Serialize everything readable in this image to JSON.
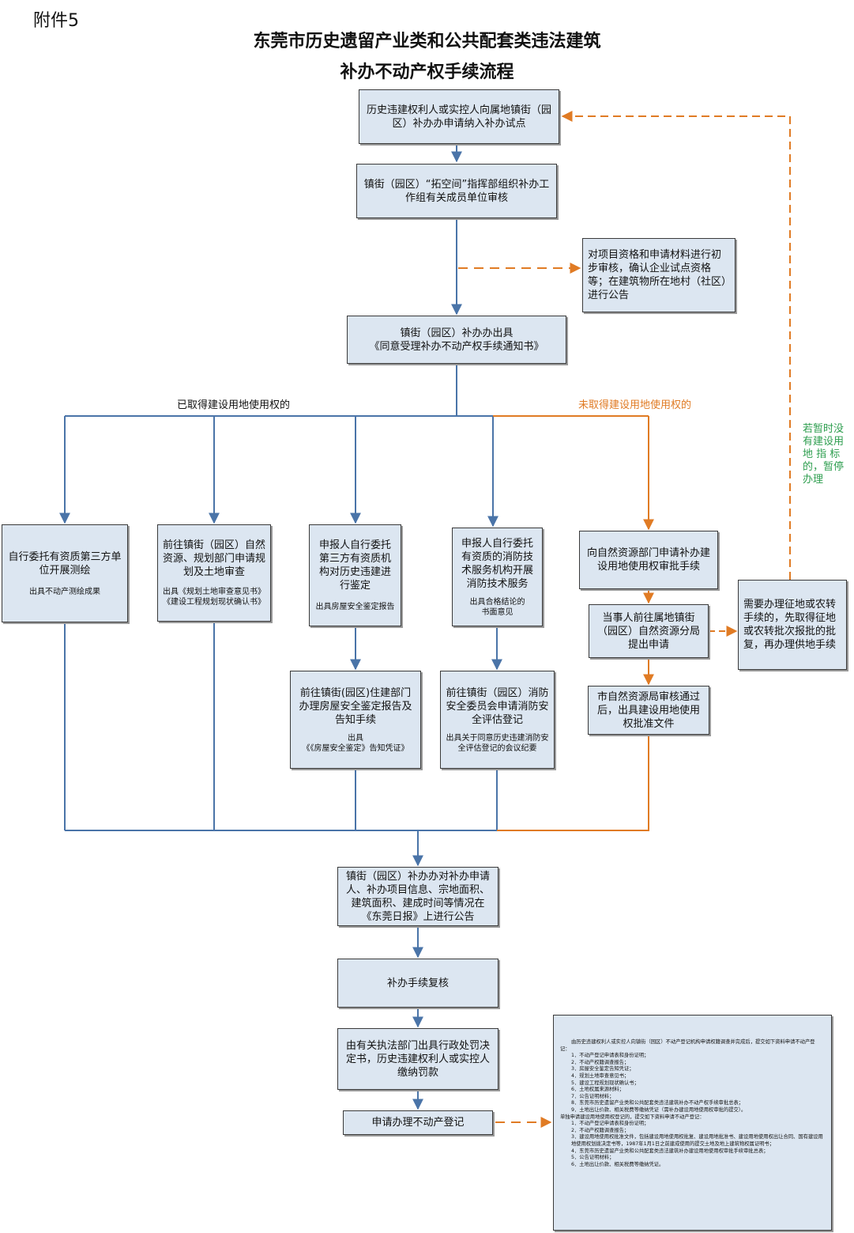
{
  "annex": "附件5",
  "title_line1": "东莞市历史遗留产业类和公共配套类违法建筑",
  "title_line2": "补办不动产权手续流程",
  "boxes": {
    "apply": "历史违建权利人或实控人向属地镇街（园区）补办办申请纳入补办试点",
    "review": "镇街（园区）“拓空间”指挥部组织补办工作组有关成员单位审核",
    "side_check": "对项目资格和申请材料进行初步审核，确认企业试点资格等；在建筑物所在地村（社区）进行公告",
    "notice_main": "镇街（园区）补办办出具",
    "notice_doc": "《同意受理补办不动产权手续通知书》",
    "survey": "自行委托有资质第三方单位开展测绘",
    "survey_note": "出具不动产测绘成果",
    "planning": "前往镇街（园区）自然资源、规划部门申请规划及土地审查",
    "planning_note1": "出具《规划土地审查意见书》",
    "planning_note2": "《建设工程规划现状确认书》",
    "safety": "申报人自行委托第三方有资质机构对历史违建进行鉴定",
    "safety_note": "出具房屋安全鉴定报告",
    "fire": "申报人自行委托有资质的消防技术服务机构开展消防技术服务",
    "fire_note1": "出具合格结论的",
    "fire_note2": "书面意见",
    "housing": "前往镇街(园区)住建部门办理房屋安全鉴定报告及告知手续",
    "housing_note1": "出具",
    "housing_note2": "《《房屋安全鉴定》告知凭证》",
    "fire_reg": "前往镇街（园区）消防安全委员会申请消防安全评估登记",
    "fire_reg_note": "出具关于同意历史违建消防安全评估登记的会议纪要",
    "land_apply": "向自然资源部门申请补办建设用地使用权审批手续",
    "land_sub": "当事人前往属地镇街（园区）自然资源分局提出申请",
    "land_approve": "市自然资源局审核通过后，出具建设用地使用权批准文件",
    "conversion": "需要办理征地或农转手续的，先取得征地或农转批次报批的批复，再办理供地手续",
    "publish": "镇街（园区）补办办对补办申请人、补办项目信息、宗地面积、建筑面积、建成时间等情况在《东莞日报》上进行公告",
    "recheck": "补办手续复核",
    "penalty": "由有关执法部门出具行政处罚决定书，历史违建权利人或实控人缴纳罚款",
    "register": "申请办理不动产登记"
  },
  "labels": {
    "obtained": "已取得建设用地使用权的",
    "not_obtained": "未取得建设用地使用权的",
    "suspend": [
      "若暂时没",
      "有建设用",
      "地 指 标",
      "的，暂停",
      "办理"
    ]
  },
  "doclist": {
    "intro": "由历史违建权利人或实控人向镇街（园区）不动产登记机构申请权籍调查并完成后，提交如下资料申请不动产登记：",
    "items_a": [
      "1．不动产登记申请表和身份证明；",
      "2．不动产权籍调查报告；",
      "3．房屋安全鉴定告知凭证；",
      "4．规划土地审查意见书；",
      "5．建设工程规划现状确认书；",
      "6．土地权属来源材料；",
      "7．公告证明材料；",
      "8．东莞市历史遗留产业类和公共配套类违法建筑补办不动产权手续审批总表；",
      "9．土地出让价款、相关税费等缴纳凭证（需补办建设用地使用权审批的提交）。"
    ],
    "mid": "单独申请建设用地使用权登记的，提交如下资料申请不动产登记：",
    "items_b": [
      "1．不动产登记申请表和身份证明；",
      "2．不动产权籍调查报告；",
      "3．建设用地使用权批准文件，包括建设用地使用权批复、建设用地批准书、建设用地使用权出让合同、国有建设用地使用权划拨决定书等，1987年1月1日之前建成使用的提交土地及地上建筑物权属证明书；",
      "4．东莞市历史遗留产业类和公共配套类违法建筑补办建设用地使用权审批手续审批总表；",
      "5．公告证明材料；",
      "6．土地出让价款、相关税费等缴纳凭证。"
    ]
  },
  "colors": {
    "box_fill": "#dce6f1",
    "blue_line": "#4a74a8",
    "orange_line": "#e07b24",
    "green_text": "#2e9e4f"
  }
}
